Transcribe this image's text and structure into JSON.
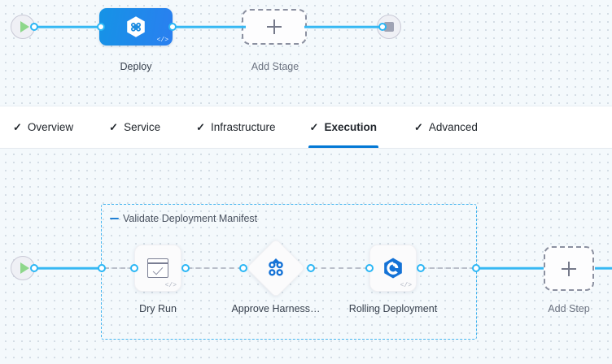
{
  "stage_canvas": {
    "start_node": {
      "name": "pipeline-start",
      "icon": "play-icon"
    },
    "end_node": {
      "name": "pipeline-end",
      "icon": "stop-icon"
    },
    "stages": [
      {
        "label": "Deploy",
        "icon": "harness-hexagon-icon",
        "code_badge": "</>"
      }
    ],
    "add_stage": {
      "label": "Add Stage",
      "icon": "plus-icon"
    }
  },
  "tabs": {
    "items": [
      {
        "label": "Overview",
        "tick": "✓",
        "active": false
      },
      {
        "label": "Service",
        "tick": "✓",
        "active": false
      },
      {
        "label": "Infrastructure",
        "tick": "✓",
        "active": false
      },
      {
        "label": "Execution",
        "tick": "✓",
        "active": true
      },
      {
        "label": "Advanced",
        "tick": "✓",
        "active": false
      }
    ]
  },
  "execution_canvas": {
    "start_node": {
      "name": "execution-start",
      "icon": "play-icon"
    },
    "step_group": {
      "title": "Validate Deployment Manifest",
      "collapse_icon": "minus-icon"
    },
    "steps": [
      {
        "label": "Dry Run",
        "icon": "dry-run-icon",
        "shape": "card",
        "code_badge": "</>"
      },
      {
        "label": "Approve Harness…",
        "icon": "approval-quatrefoil-icon",
        "shape": "diamond",
        "code_badge": ""
      },
      {
        "label": "Rolling Deployment",
        "icon": "rolling-deployment-icon",
        "shape": "card",
        "code_badge": "</>"
      }
    ],
    "add_step": {
      "label": "Add Step",
      "icon": "plus-icon"
    }
  },
  "colors": {
    "accent_blue": "#0278d5",
    "connector_blue": "#36b8f3",
    "group_border": "#45b5ef",
    "canvas_bg": "#f4f9fc",
    "stage_blue": "#1593e6",
    "play_green": "#8ed78b"
  }
}
